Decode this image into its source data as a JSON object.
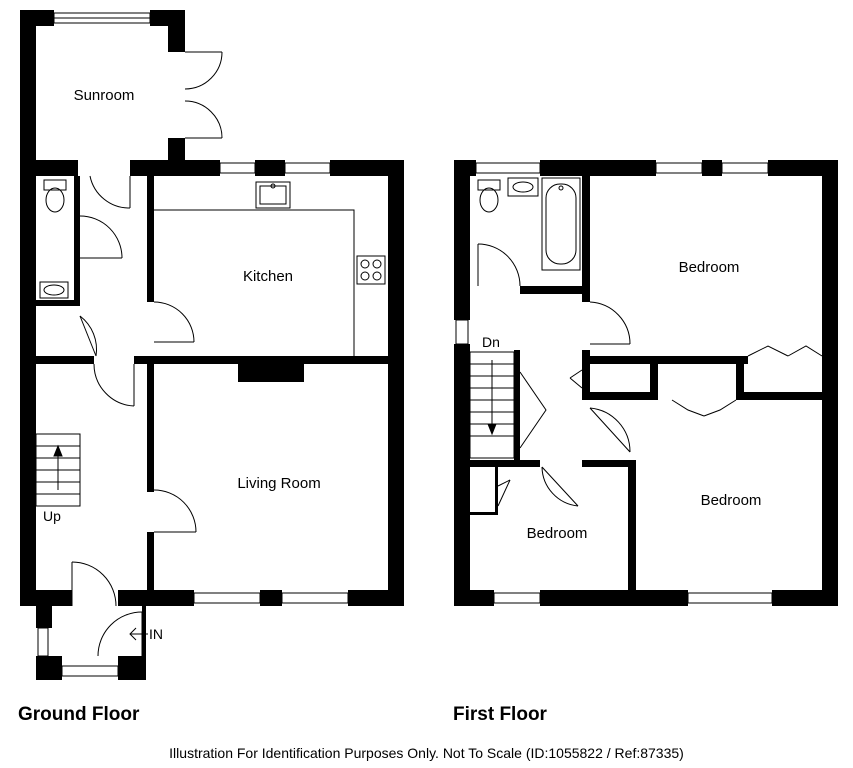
{
  "ground_floor": {
    "title": "Ground Floor",
    "rooms": {
      "sunroom": "Sunroom",
      "kitchen": "Kitchen",
      "living_room": "Living Room"
    },
    "stairs_label": "Up",
    "entrance_label": "IN"
  },
  "first_floor": {
    "title": "First Floor",
    "rooms": {
      "bedroom_1": "Bedroom",
      "bedroom_2": "Bedroom",
      "bedroom_3": "Bedroom"
    },
    "stairs_label": "Dn"
  },
  "disclaimer": "Illustration For Identification Purposes Only. Not To Scale (ID:1055822 / Ref:87335)"
}
